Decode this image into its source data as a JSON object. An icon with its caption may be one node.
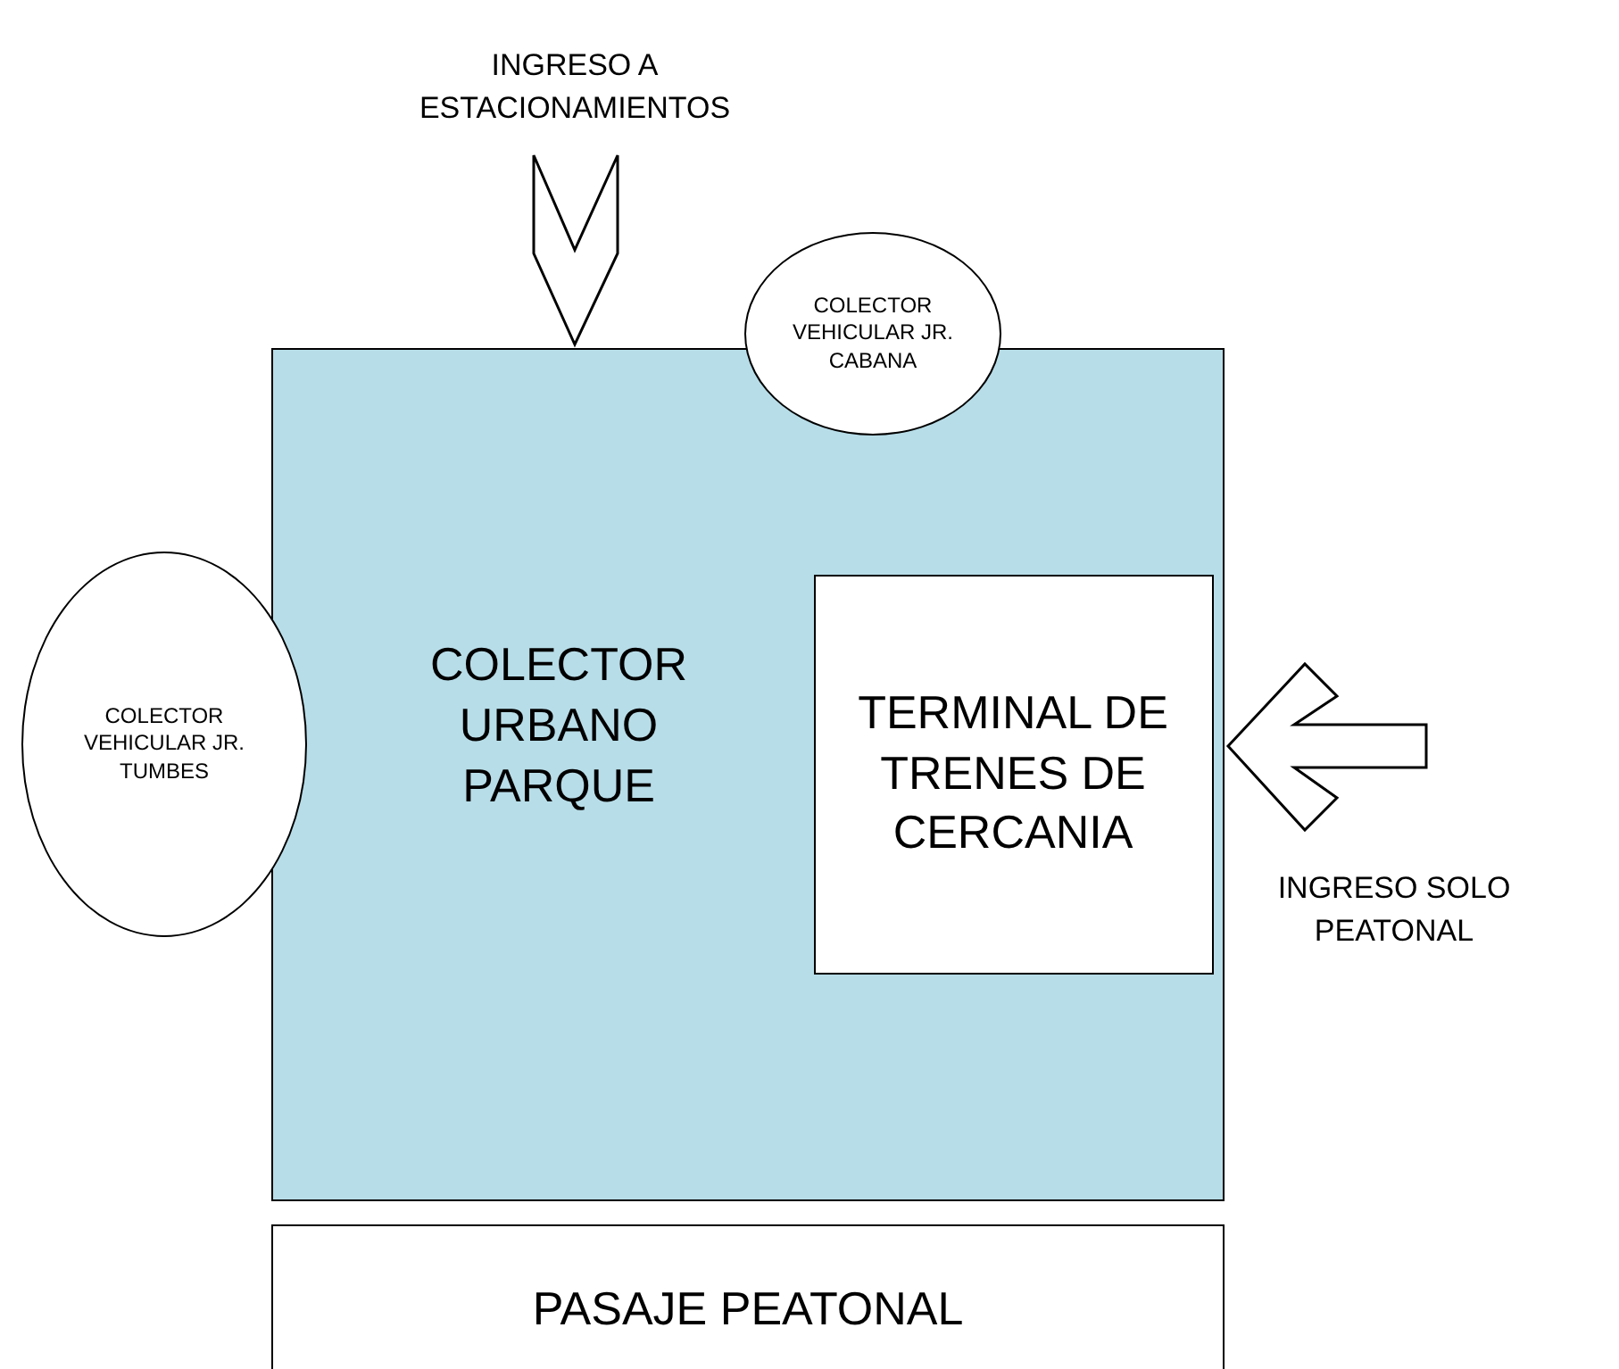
{
  "diagram": {
    "nodes": [
      {
        "text": [
          "COLECTOR URBANO PARQUE"
        ]
      },
      {
        "text": [
          "TERMINAL DE TRENES DE CERCANIA"
        ],
        "in": 0
      },
      {
        "text": [
          "COLECTOR VEHICULAR JR. CABANA"
        ]
      },
      {
        "text": [
          "COLECTOR VEHICULAR JR. TUMBES"
        ]
      },
      {
        "text": [
          "PASAJE PEATONAL"
        ]
      }
    ],
    "labels": [
      "INGRESO A ESTACIONAMIENTOS",
      "INGRESO SOLO PEATONAL"
    ]
  }
}
